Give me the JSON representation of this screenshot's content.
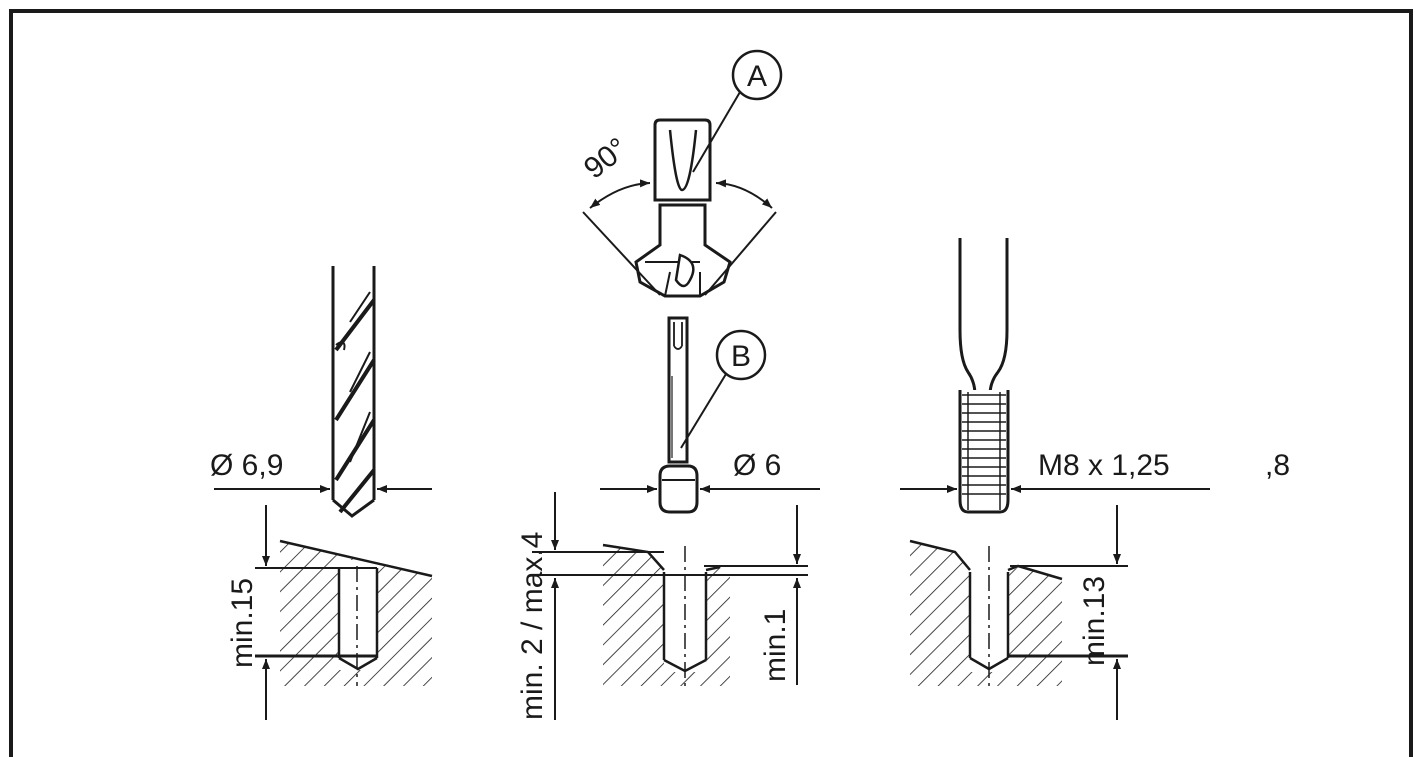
{
  "labels": {
    "callout_a": "A",
    "callout_b": "B",
    "angle": "90°",
    "drill_diameter": "Ø 6,9",
    "pin_diameter": "Ø 6",
    "thread": "M8 x 1,25",
    "thread_suffix": ",8",
    "depth_drill": "min.15",
    "depth_countersink": "min. 2 / max.4",
    "depth_pin": "min.1",
    "depth_thread": "min.13"
  },
  "colors": {
    "line": "#1a1a1a",
    "background": "#ffffff"
  }
}
